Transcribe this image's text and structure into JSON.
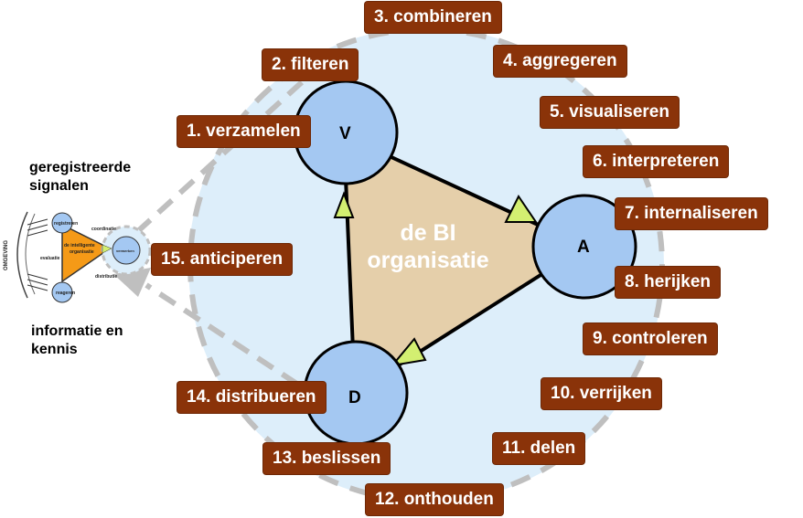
{
  "center": {
    "line1": "de BI",
    "line2": "organisatie"
  },
  "nodes": {
    "v": "V",
    "a": "A",
    "d": "D"
  },
  "steps": [
    "1. verzamelen",
    "2. filteren",
    "3. combineren",
    "4. aggregeren",
    "5. visualiseren",
    "6. interpreteren",
    "7. internaliseren",
    "8. herijken",
    "9. controleren",
    "10. verrijken",
    "11. delen",
    "12. onthouden",
    "13. beslissen",
    "14. distribueren",
    "15. anticiperen"
  ],
  "labels": {
    "signals_line1": "geregistreerde",
    "signals_line2": "signalen",
    "info_line1": "informatie en",
    "info_line2": "kennis"
  },
  "mini": {
    "environment": "OMGEVING",
    "center_line1": "de intelligente",
    "center_line2": "organisatie",
    "top_node": "registreren",
    "bottom_node": "reageren",
    "right_node": "verwerken",
    "top_edge": "coordinatie",
    "left_edge": "evaluatie",
    "bottom_edge": "distributie"
  },
  "colors": {
    "label_bg": "#8a3309",
    "circle_fill": "#ddeefa",
    "node_fill": "#a4c8f2",
    "triangle_fill": "#e5cfaa",
    "arrowhead": "#d3ef71",
    "mini_triangle": "#f59a17",
    "dashes": "#bfbfbf"
  }
}
